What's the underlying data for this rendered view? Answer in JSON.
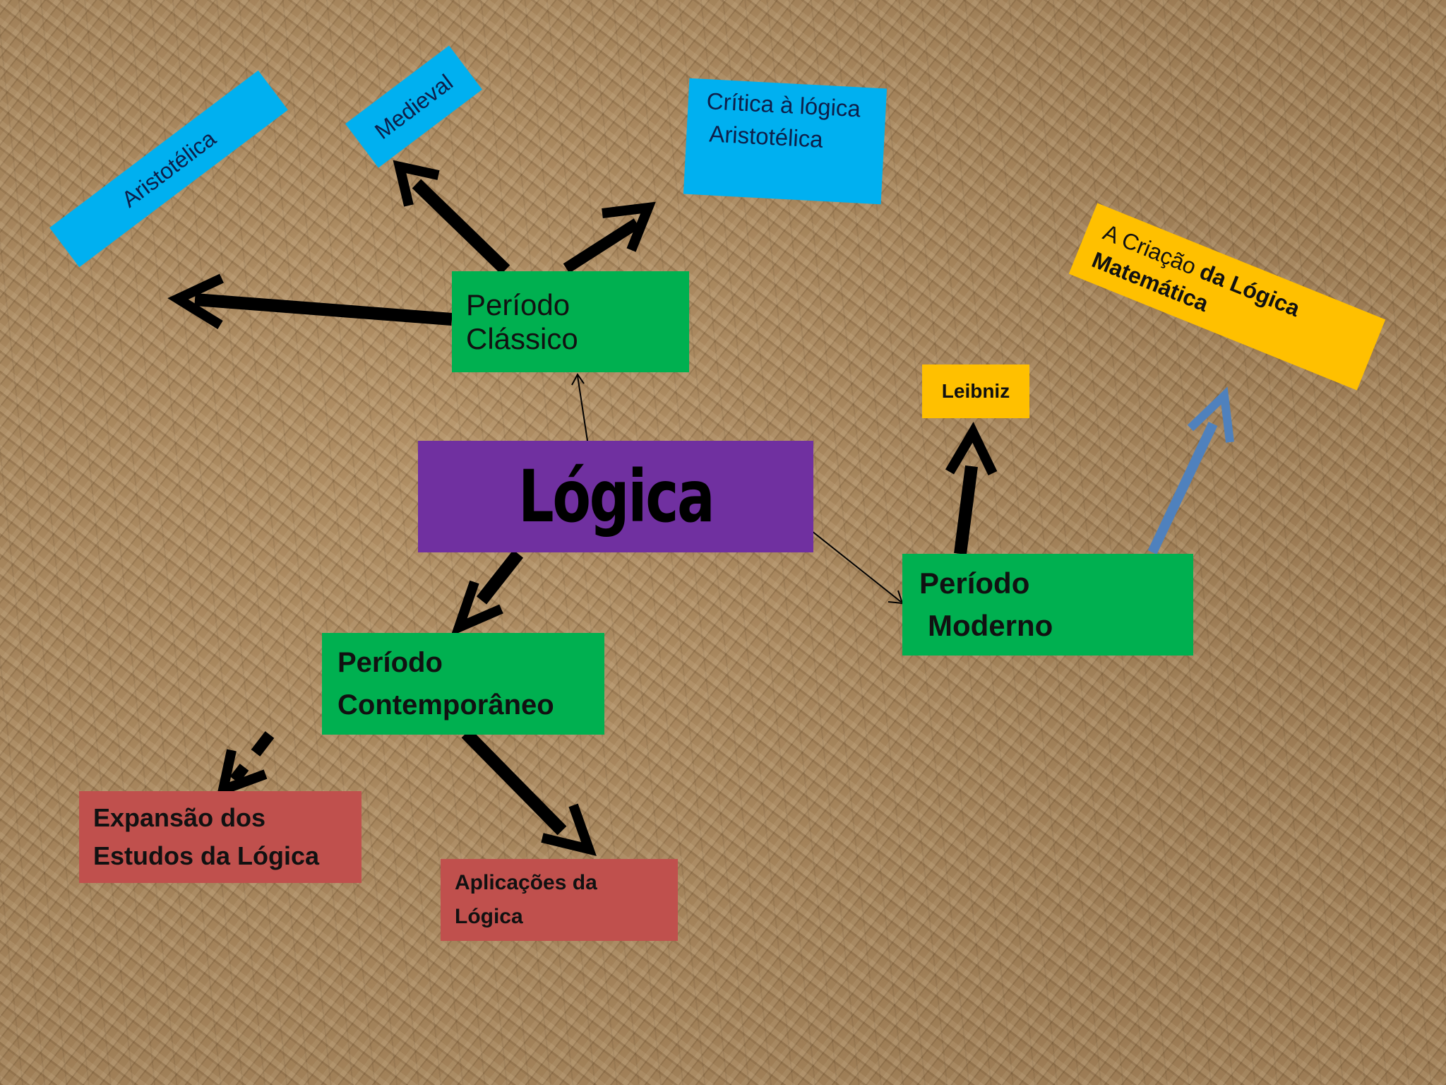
{
  "diagram": {
    "center": {
      "label": "Lógica"
    },
    "classico": {
      "line1": "Período",
      "line2": "Clássico"
    },
    "moderno": {
      "line1": "Período",
      "line2": "Moderno"
    },
    "contemporaneo": {
      "line1": "Período",
      "line2": "Contemporâneo"
    },
    "aristotelica": {
      "label": "Aristotélica"
    },
    "medieval": {
      "label": "Medieval"
    },
    "critica": {
      "line1": "Crítica à lógica",
      "line2": "Aristotélica"
    },
    "leibniz": {
      "label": "Leibniz"
    },
    "criacao": {
      "line1_plain": "A Criação ",
      "line1_bold": "da Lógica",
      "line2": "Matemática"
    },
    "expansao": {
      "line1": "Expansão dos",
      "line2": "Estudos da Lógica"
    },
    "aplicacoes": {
      "line1": "Aplicações da",
      "line2": "Lógica"
    }
  },
  "colors": {
    "center": "#7030a0",
    "period": "#00b050",
    "classical_topic": "#00b0f0",
    "modern_topic": "#ffc000",
    "contemporary_topic": "#c0504d",
    "arrow": "#000000",
    "arrow_alt": "#4f81bd"
  }
}
